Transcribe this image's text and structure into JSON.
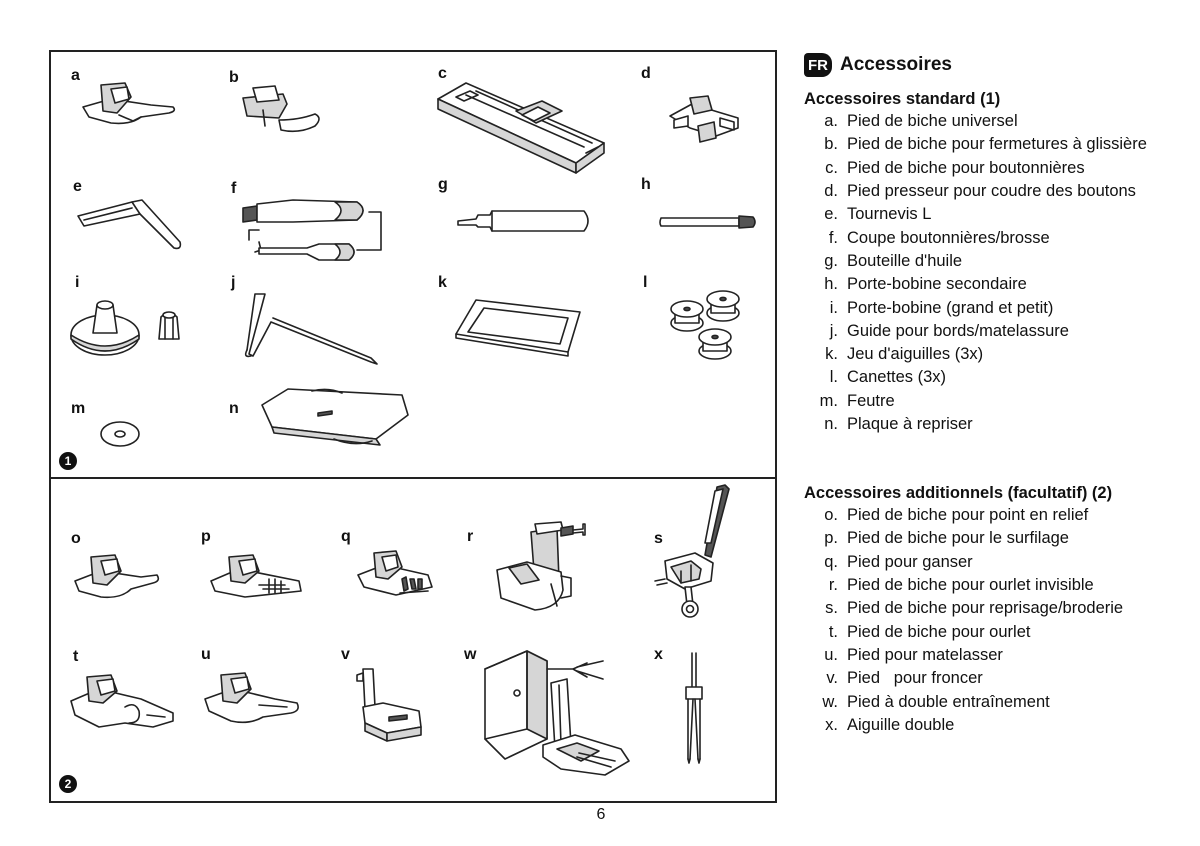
{
  "section": {
    "lang_code": "FR",
    "title": "Accessoires"
  },
  "standard": {
    "heading": "Accessoires standard (1)",
    "items": [
      {
        "letter": "a.",
        "text": "Pied de biche universel"
      },
      {
        "letter": "b.",
        "text": "Pied de biche pour fermetures à glissière"
      },
      {
        "letter": "c.",
        "text": "Pied de biche pour boutonnières"
      },
      {
        "letter": "d.",
        "text": "Pied presseur pour coudre des boutons"
      },
      {
        "letter": "e.",
        "text": "Tournevis L"
      },
      {
        "letter": "f.",
        "text": "Coupe boutonnières/brosse"
      },
      {
        "letter": "g.",
        "text": "Bouteille d'huile"
      },
      {
        "letter": "h.",
        "text": "Porte-bobine secondaire"
      },
      {
        "letter": "i.",
        "text": "Porte-bobine (grand et petit)"
      },
      {
        "letter": "j.",
        "text": "Guide pour bords/matelassure"
      },
      {
        "letter": "k.",
        "text": "Jeu d'aiguilles (3x)"
      },
      {
        "letter": "l.",
        "text": "Canettes (3x)"
      },
      {
        "letter": "m.",
        "text": "Feutre"
      },
      {
        "letter": "n.",
        "text": "Plaque à repriser"
      }
    ]
  },
  "optional": {
    "heading": "Accessoires additionnels (facultatif) (2)",
    "items": [
      {
        "letter": "o.",
        "text": "Pied de biche pour point en relief"
      },
      {
        "letter": "p.",
        "text": "Pied de biche pour le surfilage"
      },
      {
        "letter": "q.",
        "text": "Pied pour ganser"
      },
      {
        "letter": "r.",
        "text": "Pied de biche pour ourlet invisible"
      },
      {
        "letter": "s.",
        "text": "Pied de biche pour reprisage/broderie"
      },
      {
        "letter": "t.",
        "text": "Pied de biche pour ourlet"
      },
      {
        "letter": "u.",
        "text": "Pied pour matelasser"
      },
      {
        "letter": "v.",
        "text": "Pied   pour froncer"
      },
      {
        "letter": "w.",
        "text": "Pied à double entraînement"
      },
      {
        "letter": "x.",
        "text": "Aiguille double"
      }
    ]
  },
  "figure1": {
    "number": "1",
    "labels": {
      "a": "a",
      "b": "b",
      "c": "c",
      "d": "d",
      "e": "e",
      "f": "f",
      "g": "g",
      "h": "h",
      "i": "i",
      "j": "j",
      "k": "k",
      "l": "l",
      "m": "m",
      "n": "n"
    }
  },
  "figure2": {
    "number": "2",
    "labels": {
      "o": "o",
      "p": "p",
      "q": "q",
      "r": "r",
      "s": "s",
      "t": "t",
      "u": "u",
      "v": "v",
      "w": "w",
      "x": "x"
    }
  },
  "page_number": "6"
}
